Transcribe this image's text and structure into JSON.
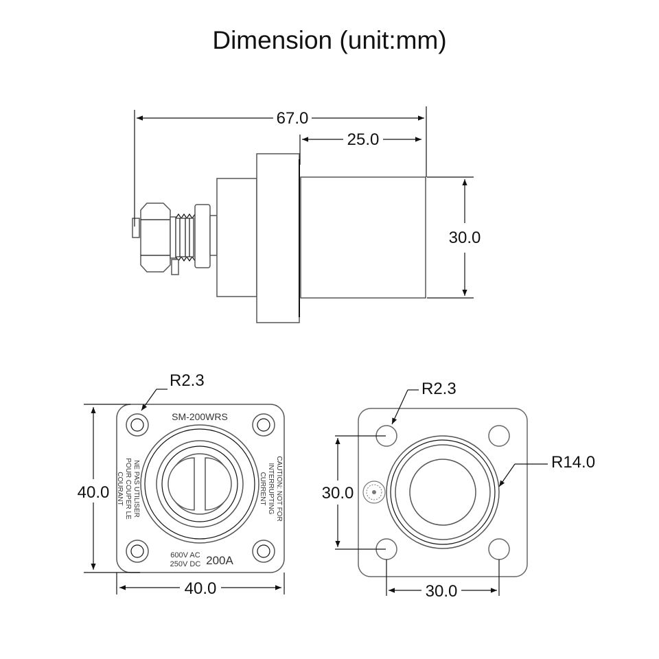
{
  "title": "Dimension (unit:mm)",
  "side_view": {
    "overall_length": "67.0",
    "body_length": "25.0",
    "body_diameter": "30.0"
  },
  "front_view": {
    "corner_radius": "R2.3",
    "height": "40.0",
    "width": "40.0",
    "model_label": "SM-200WRS",
    "left_warning": [
      "NE PAS UTILISER",
      "POUR COUPER LE",
      "COURANT"
    ],
    "right_warning": [
      "CAUTION: NOT FOR",
      "INTERRUPTING",
      "CURRENT"
    ],
    "voltage_ac": "600V AC",
    "voltage_dc": "250V DC",
    "current_rating": "200A"
  },
  "rear_view": {
    "corner_radius": "R2.3",
    "bore_radius": "R14.0",
    "hole_vertical_spacing": "30.0",
    "hole_horizontal_spacing": "30.0"
  }
}
